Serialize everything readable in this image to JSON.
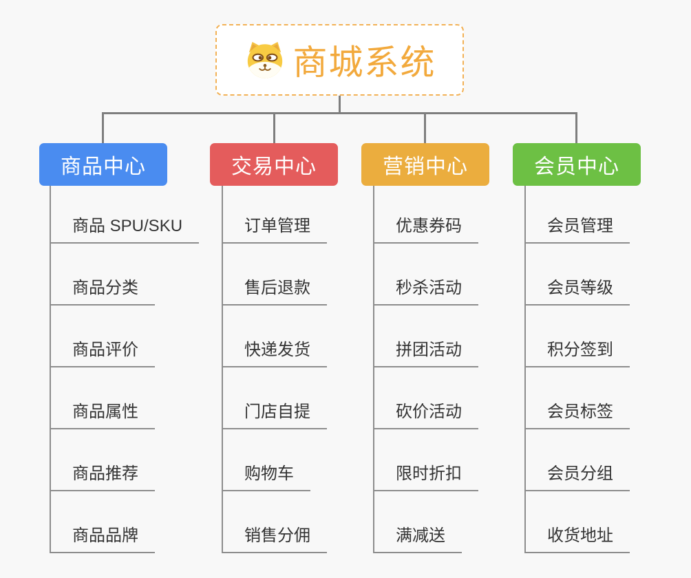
{
  "root": {
    "title": "商城系统",
    "icon": "dog-face-icon"
  },
  "palette": {
    "root_text": "#F2A93C",
    "root_border": "#F2B155",
    "connector_gray": "#7E7E7E",
    "item_line_gray": "#8C8C8C",
    "item_text": "#333333",
    "background": "#F8F8F8"
  },
  "branches": [
    {
      "label": "商品中心",
      "color": "#4A8CF0",
      "items": [
        "商品 SPU/SKU",
        "商品分类",
        "商品评价",
        "商品属性",
        "商品推荐",
        "商品品牌"
      ]
    },
    {
      "label": "交易中心",
      "color": "#E45C5C",
      "items": [
        "订单管理",
        "售后退款",
        "快递发货",
        "门店自提",
        "购物车",
        "销售分佣"
      ]
    },
    {
      "label": "营销中心",
      "color": "#EBAD3E",
      "items": [
        "优惠券码",
        "秒杀活动",
        "拼团活动",
        "砍价活动",
        "限时折扣",
        "满减送"
      ]
    },
    {
      "label": "会员中心",
      "color": "#6DC044",
      "items": [
        "会员管理",
        "会员等级",
        "积分签到",
        "会员标签",
        "会员分组",
        "收货地址"
      ]
    }
  ]
}
